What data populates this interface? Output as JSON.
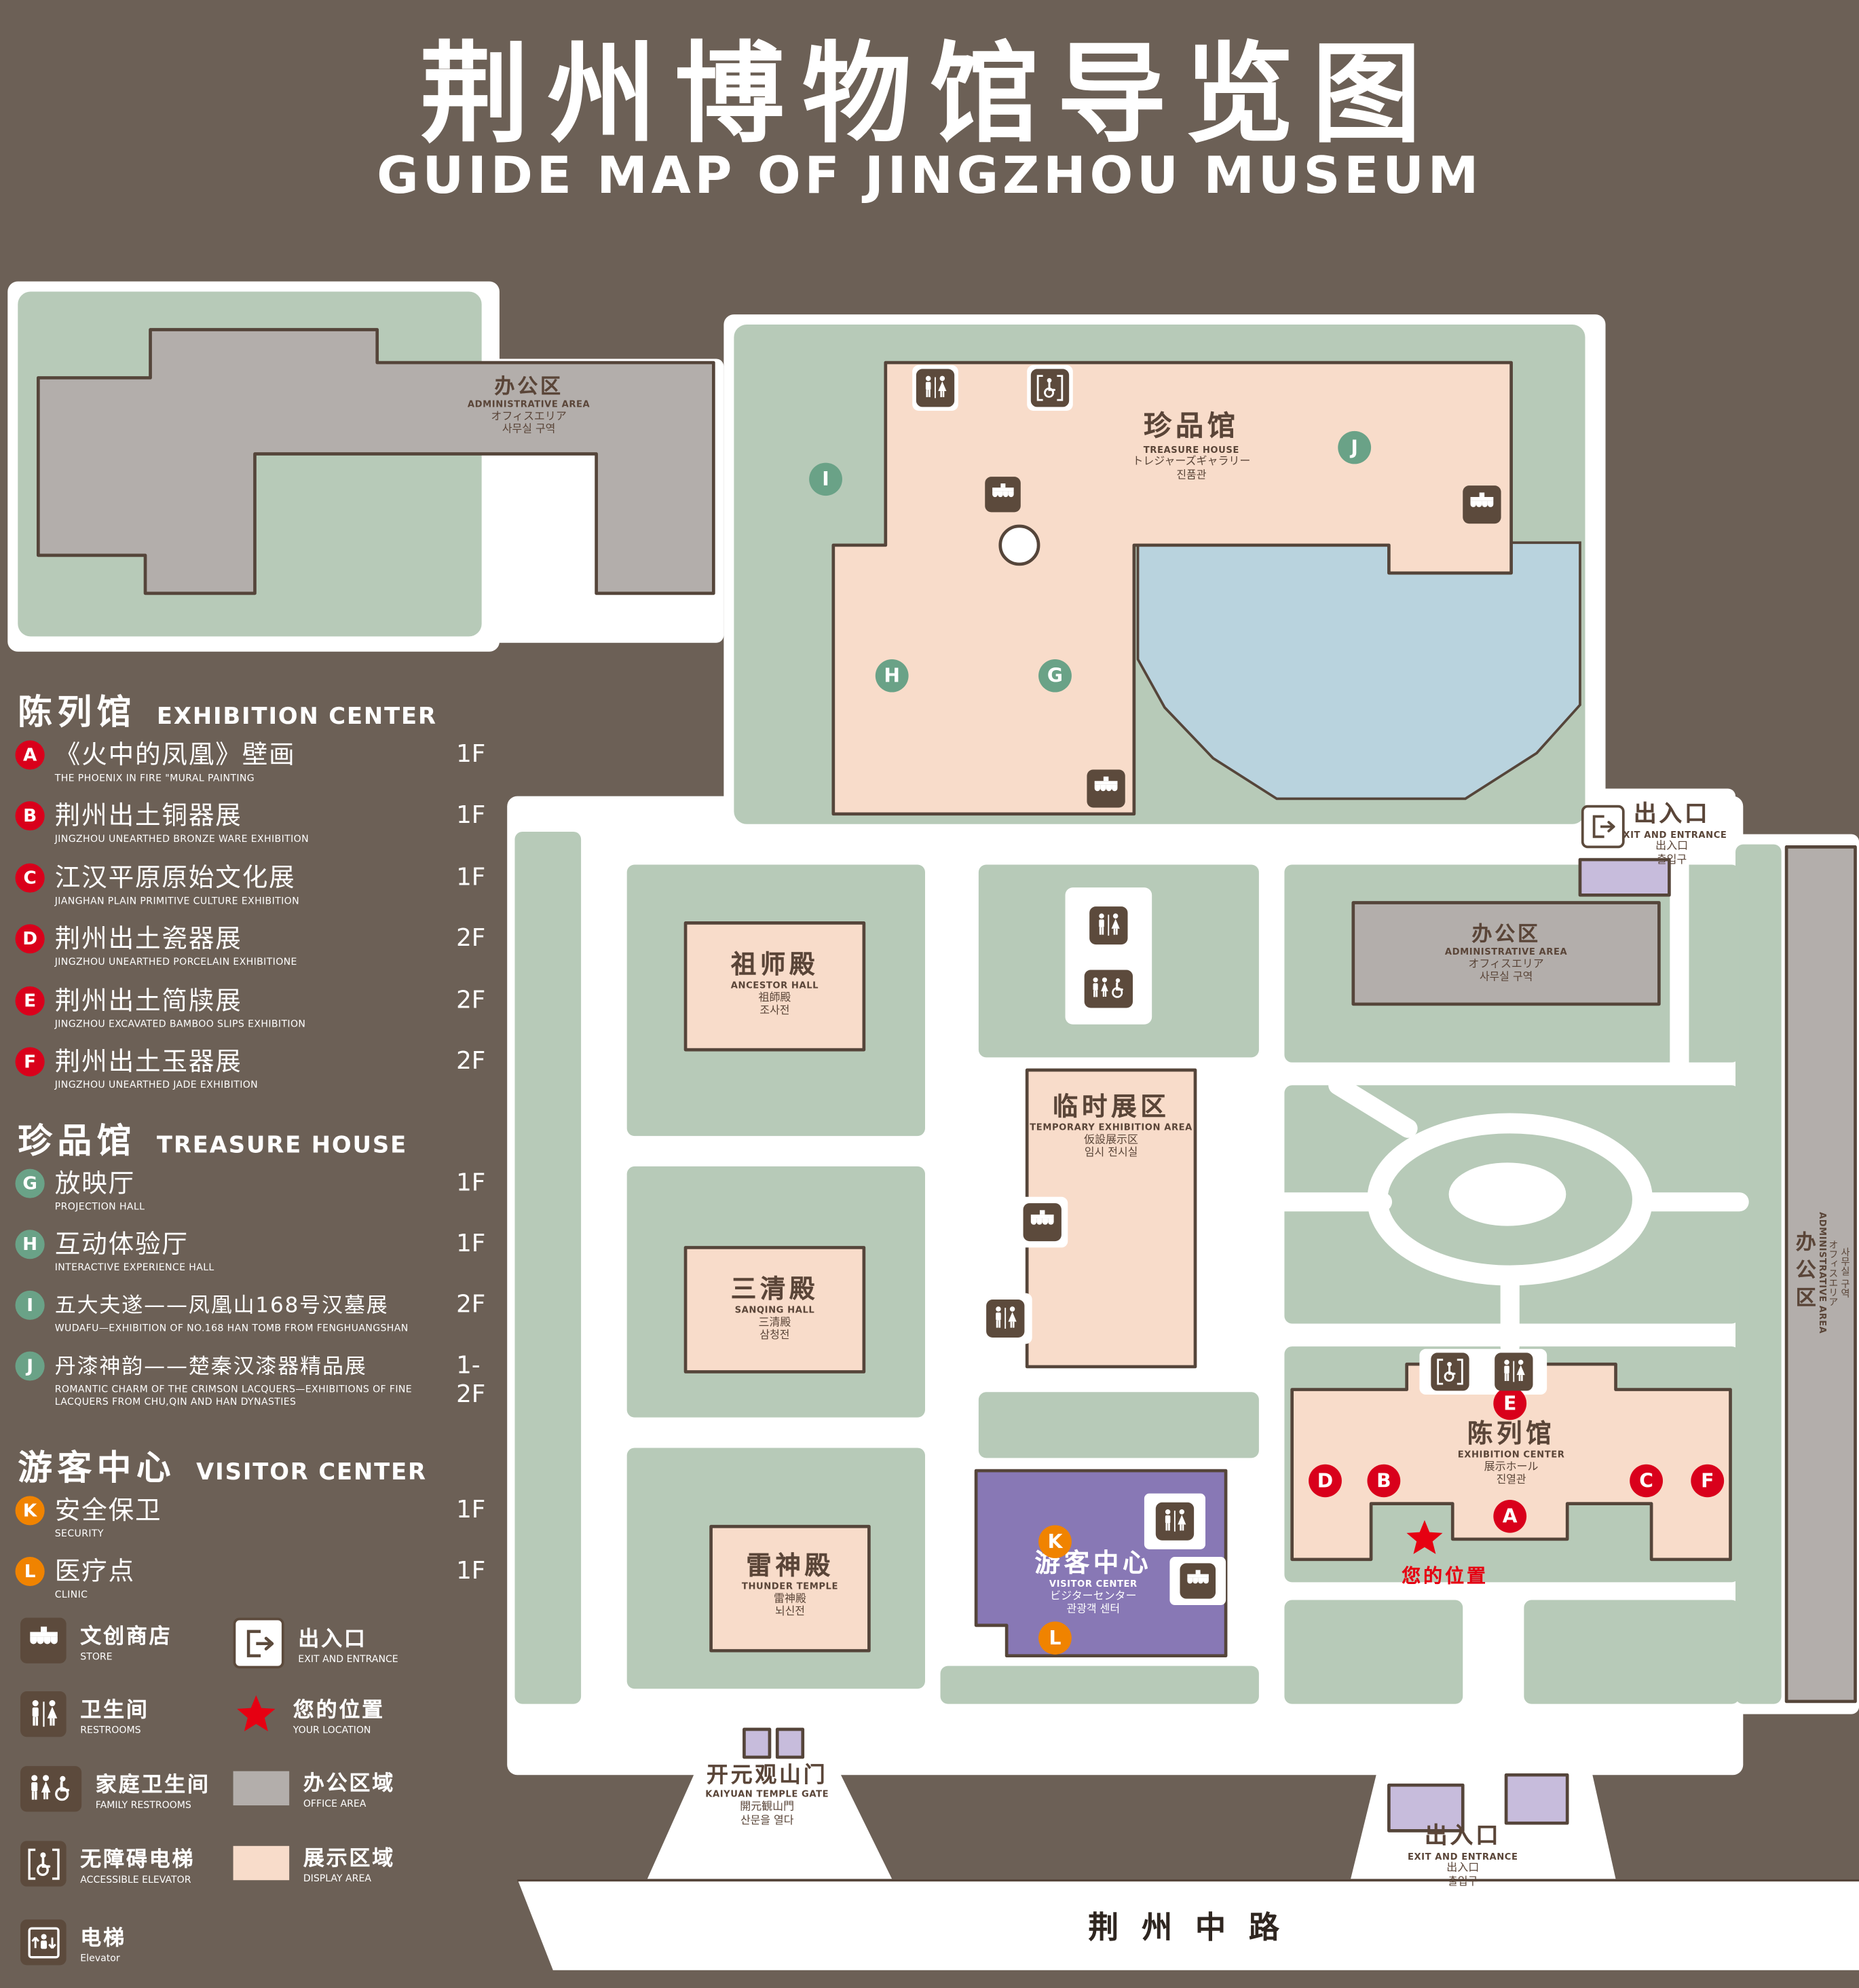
{
  "title": {
    "zh": "荆州博物馆导览图",
    "en": "GUIDE MAP OF JINGZHOU MUSEUM"
  },
  "colors": {
    "background": "#6C6056",
    "map_green": "#B7CAB8",
    "display_area": "#F8DCCA",
    "office_area": "#B3AEAB",
    "visitor_center": "#8878B5",
    "entrance_structure": "#C7BCDC",
    "pond_blue": "#B9D3DE",
    "marker_red": "#D9001B",
    "marker_green": "#6AA287",
    "marker_orange": "#F08300",
    "location_red": "#E60012"
  },
  "legend": {
    "exhibition": {
      "heading_zh": "陈列馆",
      "heading_en": "EXHIBITION CENTER",
      "items": [
        {
          "letter": "A",
          "zh": "《火中的凤凰》壁画",
          "en": "THE PHOENIX IN FIRE \"MURAL PAINTING",
          "floor": "1F"
        },
        {
          "letter": "B",
          "zh": "荆州出土铜器展",
          "en": "JINGZHOU UNEARTHED BRONZE WARE EXHIBITION",
          "floor": "1F"
        },
        {
          "letter": "C",
          "zh": "江汉平原原始文化展",
          "en": "JIANGHAN PLAIN PRIMITIVE CULTURE EXHIBITION",
          "floor": "1F"
        },
        {
          "letter": "D",
          "zh": "荆州出土瓷器展",
          "en": "JINGZHOU UNEARTHED PORCELAIN EXHIBITIONE",
          "floor": "2F"
        },
        {
          "letter": "E",
          "zh": "荆州出土简牍展",
          "en": "JINGZHOU EXCAVATED BAMBOO SLIPS EXHIBITION",
          "floor": "2F"
        },
        {
          "letter": "F",
          "zh": "荆州出土玉器展",
          "en": "JINGZHOU UNEARTHED JADE EXHIBITION",
          "floor": "2F"
        }
      ]
    },
    "treasure": {
      "heading_zh": "珍品馆",
      "heading_en": "TREASURE HOUSE",
      "items": [
        {
          "letter": "G",
          "zh": "放映厅",
          "en": "PROJECTION HALL",
          "floor": "1F"
        },
        {
          "letter": "H",
          "zh": "互动体验厅",
          "en": "INTERACTIVE EXPERIENCE HALL",
          "floor": "1F"
        },
        {
          "letter": "I",
          "zh": "五大夫遂——凤凰山168号汉墓展",
          "en": "WUDAFU—EXHIBITION OF NO.168 HAN TOMB FROM FENGHUANGSHAN",
          "floor": "2F"
        },
        {
          "letter": "J",
          "zh": "丹漆神韵——楚秦汉漆器精品展",
          "en": "ROMANTIC CHARM OF THE CRIMSON LACQUERS—EXHIBITIONS OF FINE LACQUERS FROM CHU,QIN AND HAN DYNASTIES",
          "floor": "1-2F"
        }
      ]
    },
    "visitor": {
      "heading_zh": "游客中心",
      "heading_en": "VISITOR CENTER",
      "items": [
        {
          "letter": "K",
          "zh": "安全保卫",
          "en": "SECURITY",
          "floor": "1F"
        },
        {
          "letter": "L",
          "zh": "医疗点",
          "en": "CLINIC",
          "floor": "1F"
        }
      ]
    },
    "symbols": [
      {
        "zh": "文创商店",
        "en": "STORE",
        "icon": "store-icon"
      },
      {
        "zh": "出入口",
        "en": "EXIT AND ENTRANCE",
        "icon": "exit-icon"
      },
      {
        "zh": "卫生间",
        "en": "RESTROOMS",
        "icon": "restroom-icon"
      },
      {
        "zh": "您的位置",
        "en": "YOUR LOCATION",
        "icon": "location-star-icon"
      },
      {
        "zh": "家庭卫生间",
        "en": "FAMILY RESTROOMS",
        "icon": "family-restroom-icon"
      },
      {
        "zh": "办公区域",
        "en": "OFFICE AREA",
        "icon": "office-swatch"
      },
      {
        "zh": "无障碍电梯",
        "en": "ACCESSIBLE ELEVATOR",
        "icon": "accessible-elevator-icon"
      },
      {
        "zh": "展示区域",
        "en": "DISPLAY AREA",
        "icon": "display-swatch"
      },
      {
        "zh": "电梯",
        "en": "Elevator",
        "icon": "elevator-icon"
      }
    ]
  },
  "map": {
    "buildings": {
      "admin_nw": {
        "zh": "办公区",
        "en": "ADMINISTRATIVE AREA",
        "ja": "オフィスエリア",
        "ko": "사무실 구역"
      },
      "treasure_house": {
        "zh": "珍品馆",
        "en": "TREASURE HOUSE",
        "ja": "トレジャーズギャラリー",
        "ko": "진품관"
      },
      "admin_mid": {
        "zh": "办公区",
        "en": "ADMINISTRATIVE AREA",
        "ja": "オフィスエリア",
        "ko": "사무실 구역"
      },
      "admin_east": {
        "zh": "办公区",
        "en": "ADMINISTRATIVE AREA",
        "ja": "オフィスエリア",
        "ko": "사무실 구역"
      },
      "ancestor_hall": {
        "zh": "祖师殿",
        "en": "ANCESTOR HALL",
        "ja": "祖師殿",
        "ko": "조사전"
      },
      "temporary_exhibition": {
        "zh": "临时展区",
        "en": "TEMPORARY EXHIBITION AREA",
        "ja": "仮設展示区",
        "ko": "임시 전시실"
      },
      "sanqing_hall": {
        "zh": "三清殿",
        "en": "SANQING HALL",
        "ja": "三清殿",
        "ko": "삼청전"
      },
      "exhibition_center": {
        "zh": "陈列馆",
        "en": "EXHIBITION CENTER",
        "ja": "展示ホール",
        "ko": "진열관"
      },
      "thunder_temple": {
        "zh": "雷神殿",
        "en": "THUNDER TEMPLE",
        "ja": "雷神殿",
        "ko": "뇌신전"
      },
      "visitor_center": {
        "zh": "游客中心",
        "en": "VISITOR CENTER",
        "ja": "ビジターセンター",
        "ko": "관광객 센터"
      }
    },
    "labels": {
      "exit_ne": {
        "zh": "出入口",
        "en": "EXIT AND ENTRANCE",
        "ja": "出入口",
        "ko": "출입구"
      },
      "exit_s": {
        "zh": "出入口",
        "en": "EXIT AND ENTRANCE",
        "ja": "出入口",
        "ko": "출입구"
      },
      "gate": {
        "zh": "开元观山门",
        "en": "KAIYUAN TEMPLE GATE",
        "ja": "開元観山門",
        "ko": "산문을 열다"
      },
      "road": "荆州中路",
      "your_location": "您的位置"
    }
  }
}
